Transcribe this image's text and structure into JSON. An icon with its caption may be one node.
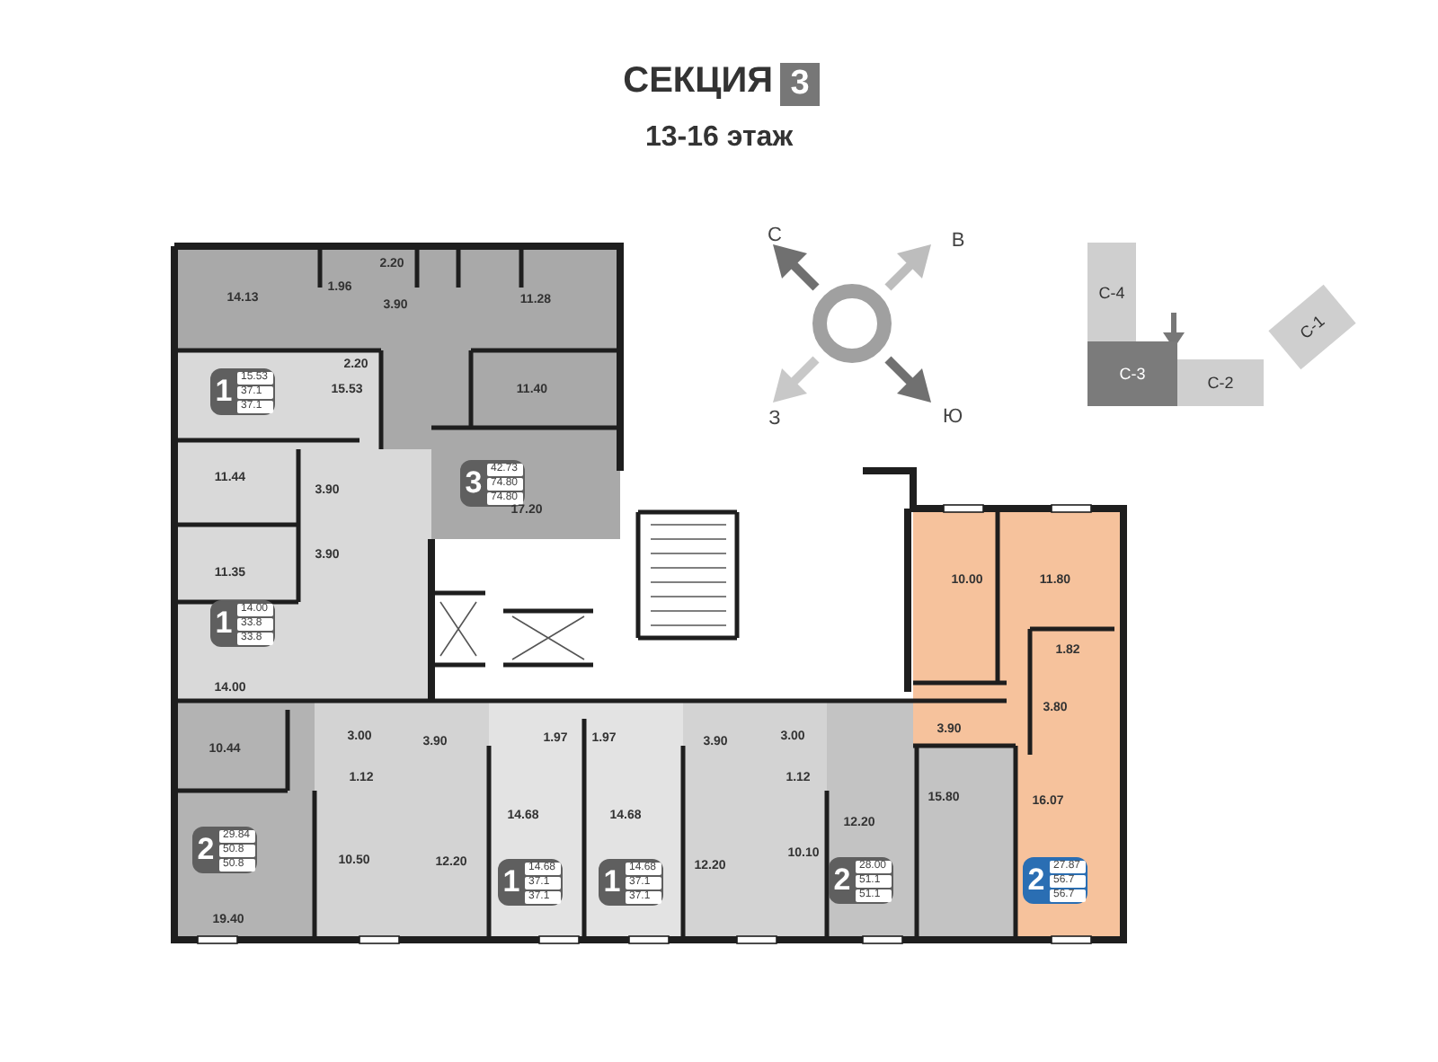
{
  "diagram": {
    "title": "СЕКЦИЯ",
    "nodes": [
      {
        "text": [
          "3"
        ]
      },
      {
        "text": [
          "С-4"
        ]
      },
      {
        "text": [
          "С-3"
        ]
      },
      {
        "text": [
          "С-2"
        ]
      },
      {
        "text": [
          "С-1"
        ]
      },
      {
        "text": [
          "1",
          "15.53",
          "37.1",
          "37.1"
        ]
      },
      {
        "text": [
          "3",
          "42.73",
          "74.80",
          "74.80"
        ]
      },
      {
        "text": [
          "1",
          "14.00",
          "33.8",
          "33.8"
        ]
      },
      {
        "text": [
          "2",
          "29.84",
          "50.8",
          "50.8"
        ]
      },
      {
        "text": [
          "1",
          "14.68",
          "37.1",
          "37.1"
        ]
      },
      {
        "text": [
          "1",
          "14.68",
          "37.1",
          "37.1"
        ]
      },
      {
        "text": [
          "2",
          "28.00",
          "51.1",
          "51.1"
        ]
      },
      {
        "text": [
          "2",
          "27.87",
          "56.7",
          "56.7"
        ]
      }
    ],
    "labels": [
      "13-16 этаж",
      "С",
      "В",
      "14.13",
      "1.96",
      "2.20",
      "3.90",
      "11.28",
      "2.20",
      "15.53",
      "11.40",
      "З",
      "Ю",
      "11.44",
      "3.90",
      "17.20",
      "11.35",
      "3.90",
      "10.00",
      "11.80",
      "1.82",
      "14.00",
      "3.80",
      "3.90",
      "3.00",
      "3.90",
      "1.97",
      "1.97",
      "3.90",
      "3.00",
      "10.44",
      "1.12",
      "1.12",
      "15.80",
      "16.07",
      "14.68",
      "14.68",
      "12.20",
      "10.10",
      "10.50",
      "12.20",
      "12.20",
      "19.40"
    ]
  }
}
